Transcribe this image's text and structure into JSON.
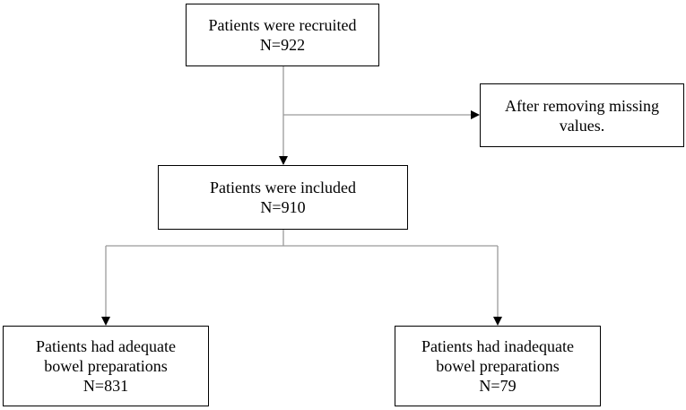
{
  "flowchart": {
    "recruited": {
      "label": "Patients were recruited",
      "count": "N=922"
    },
    "excluded": {
      "line1": "After removing missing",
      "line2": "values."
    },
    "included": {
      "label": "Patients were included",
      "count": "N=910"
    },
    "adequate": {
      "line1": "Patients had adequate",
      "line2": "bowel preparations",
      "count": "N=831"
    },
    "inadequate": {
      "line1": "Patients had inadequate",
      "line2": "bowel preparations",
      "count": "N=79"
    }
  },
  "colors": {
    "connector": "#9a9a9a",
    "arrowhead": "#000000",
    "box_border": "#000000"
  }
}
